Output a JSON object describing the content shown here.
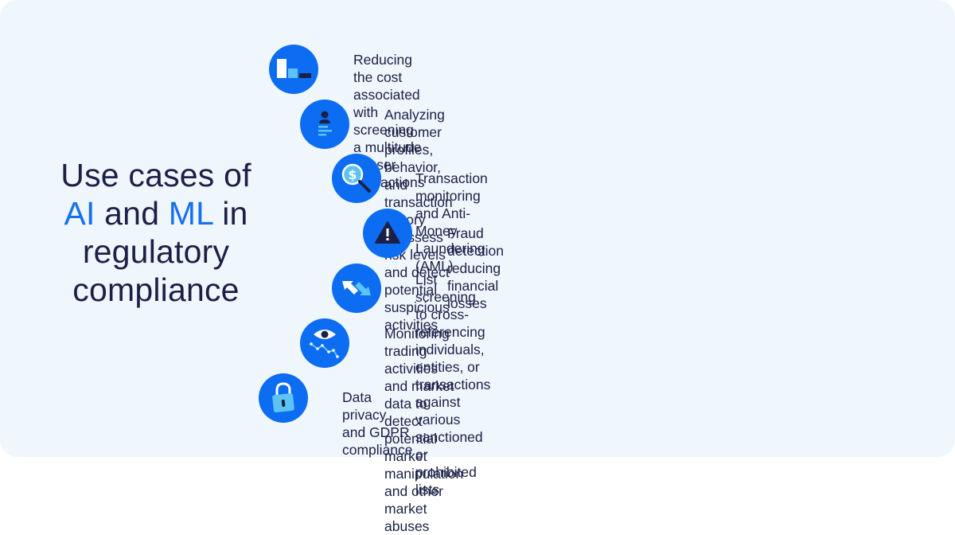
{
  "colors": {
    "background": "#eff6fc",
    "accent": "#0c6cf2",
    "highlight": "#1570ef",
    "text": "#1b2146",
    "icon_light": "#5cc3f5",
    "icon_dark": "#1b2146"
  },
  "title": {
    "part1": "Use cases of",
    "hl1": "AI",
    "and": " and ",
    "hl2": "ML",
    "in": " in",
    "part2": "regulatory",
    "part3": "compliance"
  },
  "items": [
    {
      "icon": "bar-chart-icon",
      "text": "Reducing the cost associated with screening a multitude\nof user interactions"
    },
    {
      "icon": "user-profile-icon",
      "text": "Analyzing customer profiles, behavior, and transaction history\nto assess risk levels and detect potential suspicious activities"
    },
    {
      "icon": "dollar-magnifier-icon",
      "text": "Transaction monitoring and Anti-Money Laundering (AML)"
    },
    {
      "icon": "warning-icon",
      "text": "Fraud detection reducing financial losses"
    },
    {
      "icon": "cross-reference-arrows-icon",
      "text": "List screening to cross-referencing individuals, entities, or\ntransactions against various sanctioned or prohibited lists"
    },
    {
      "icon": "eye-trend-icon",
      "text": "Monitoring trading activities and market data to detect potential\nmarket manipulation and other market abuses"
    },
    {
      "icon": "padlock-icon",
      "text": "Data privacy and GDPR compliance"
    }
  ]
}
